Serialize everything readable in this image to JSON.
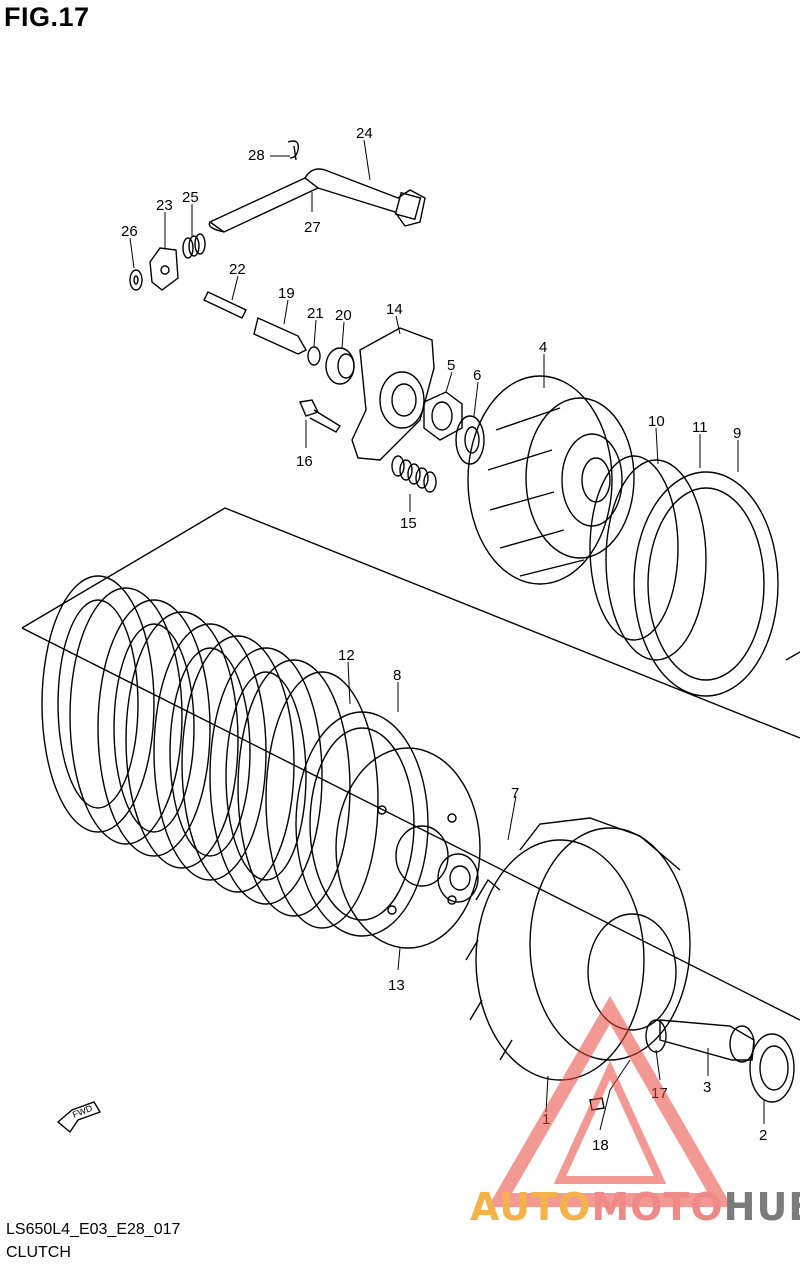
{
  "figure": {
    "title": "FIG.17",
    "code": "LS650L4_E03_E28_017",
    "caption": "CLUTCH"
  },
  "fwd_label": "FWD",
  "watermark": {
    "part1": "AUTO",
    "part2": "MOTO",
    "part3": "HUB"
  },
  "callouts": [
    "1",
    "2",
    "3",
    "4",
    "5",
    "6",
    "7",
    "8",
    "9",
    "10",
    "11",
    "12",
    "13",
    "14",
    "15",
    "16",
    "17",
    "18",
    "19",
    "20",
    "21",
    "22",
    "23",
    "24",
    "25",
    "26",
    "27",
    "28"
  ],
  "colors": {
    "line": "#000000",
    "watermark_red": "#e8463c",
    "watermark_orange": "#f6b24a",
    "watermark_grey": "#7b7b7b"
  }
}
